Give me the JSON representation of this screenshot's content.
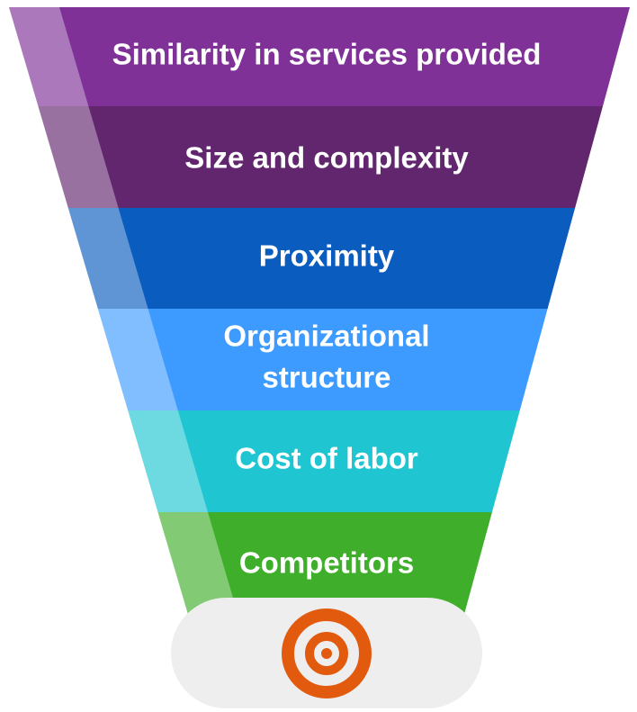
{
  "diagram": {
    "type": "funnel",
    "stages": [
      {
        "lines": [
          "Similarity in services provided"
        ],
        "color": "#7F3197"
      },
      {
        "lines": [
          "Size and complexity"
        ],
        "color": "#62266E"
      },
      {
        "lines": [
          "Proximity"
        ],
        "color": "#0A5CBF"
      },
      {
        "lines": [
          "Organizational",
          "structure"
        ],
        "color": "#3D9BFF"
      },
      {
        "lines": [
          "Cost of labor"
        ],
        "color": "#1FC6D2"
      },
      {
        "lines": [
          "Competitors"
        ],
        "color": "#3FAE2A"
      }
    ],
    "target": {
      "icon": "target-icon",
      "color": "#E15A0E",
      "pill_color": "#EEEEEE"
    }
  }
}
